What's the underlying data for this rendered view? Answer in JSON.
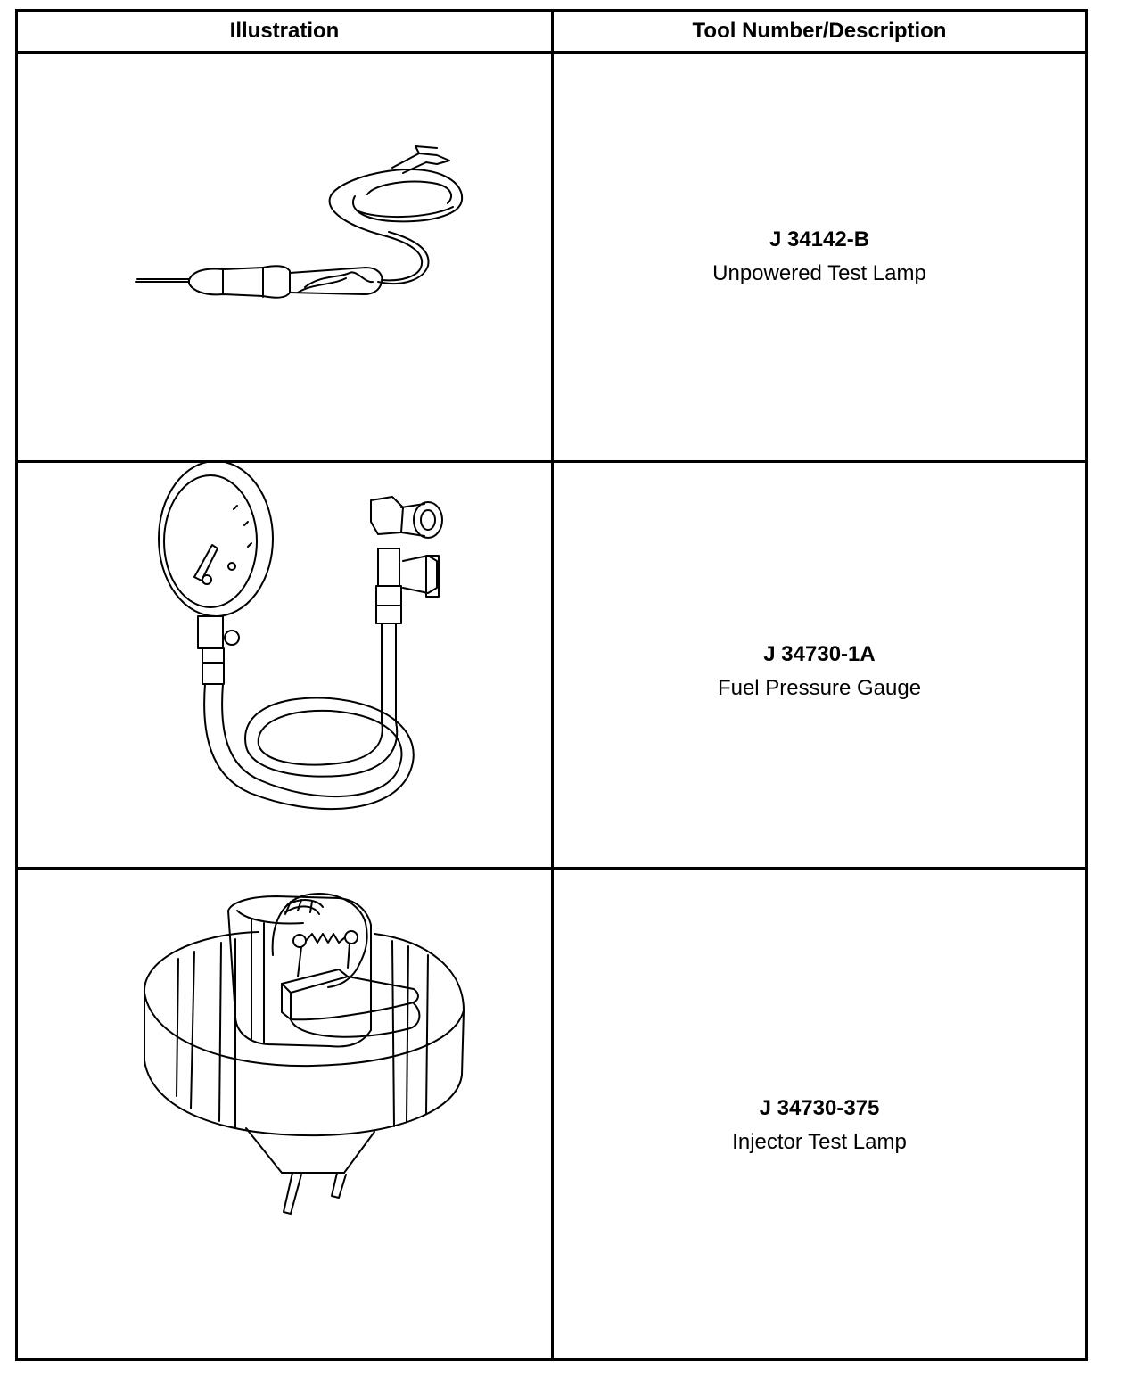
{
  "table": {
    "headers": {
      "illustration": "Illustration",
      "description": "Tool Number/Description"
    },
    "rows": [
      {
        "tool_number": "J 34142-B",
        "description": "Unpowered Test Lamp",
        "illustration_icon": "test-lamp-icon"
      },
      {
        "tool_number": "J 34730-1A",
        "description": "Fuel Pressure Gauge",
        "illustration_icon": "fuel-pressure-gauge-icon"
      },
      {
        "tool_number": "J 34730-375",
        "description": "Injector Test Lamp",
        "illustration_icon": "injector-test-lamp-icon"
      }
    ]
  }
}
